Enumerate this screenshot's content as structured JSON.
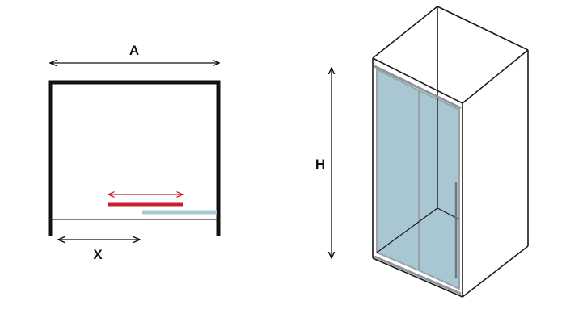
{
  "labels": {
    "width": "A",
    "opening": "X",
    "height": "H"
  },
  "colors": {
    "frame": "#111111",
    "glass": "#a9c6d3",
    "glass_edge": "#9aa3a8",
    "sliding_panel": "#c8202a",
    "fixed_panel": "#a9c6d3",
    "outline": "#1a1a1a"
  }
}
